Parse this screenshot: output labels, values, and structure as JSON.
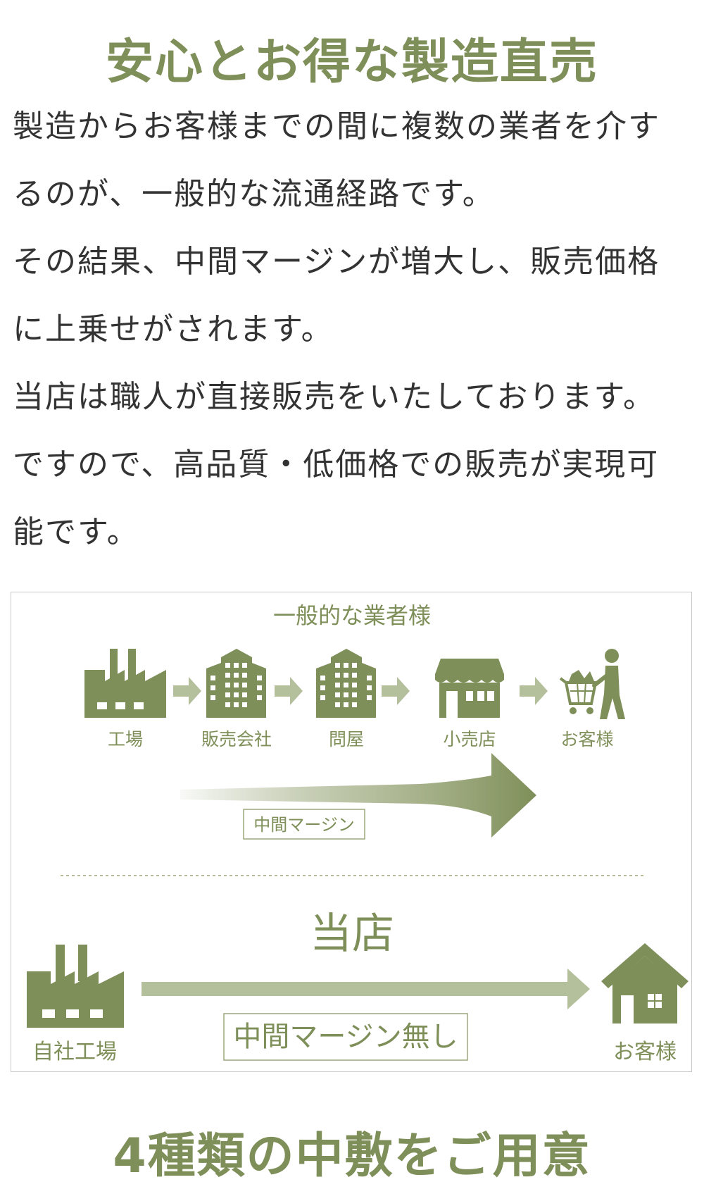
{
  "colors": {
    "accent": "#7f8f59",
    "accent_light": "#b4bf9c",
    "text": "#333333",
    "border": "#c9c9c9"
  },
  "section_title": "安心とお得な製造直売",
  "intro": {
    "lines": [
      "製造からお客様までの間に複数の業者を介す",
      "るのが、一般的な流通経路です。",
      "その結果、中間マージンが増大し、販売価格",
      "に上乗せがされます。",
      "当店は職人が直接販売をいたしております。",
      "ですので、高品質・低価格での販売が実現可",
      "能です。"
    ]
  },
  "diagram": {
    "general": {
      "heading": "一般的な業者様",
      "steps": [
        {
          "label": "工場",
          "icon": "factory-icon"
        },
        {
          "label": "販売会社",
          "icon": "office-building-icon"
        },
        {
          "label": "問屋",
          "icon": "wholesale-building-icon"
        },
        {
          "label": "小売店",
          "icon": "store-icon"
        },
        {
          "label": "お客様",
          "icon": "shopping-cart-customer-icon"
        }
      ],
      "margin_label": "中間マージン"
    },
    "ours": {
      "heading": "当店",
      "from_label": "自社工場",
      "to_label": "お客様",
      "margin_label": "中間マージン無し"
    }
  },
  "next_section_title": "4種類の中敷をご用意"
}
